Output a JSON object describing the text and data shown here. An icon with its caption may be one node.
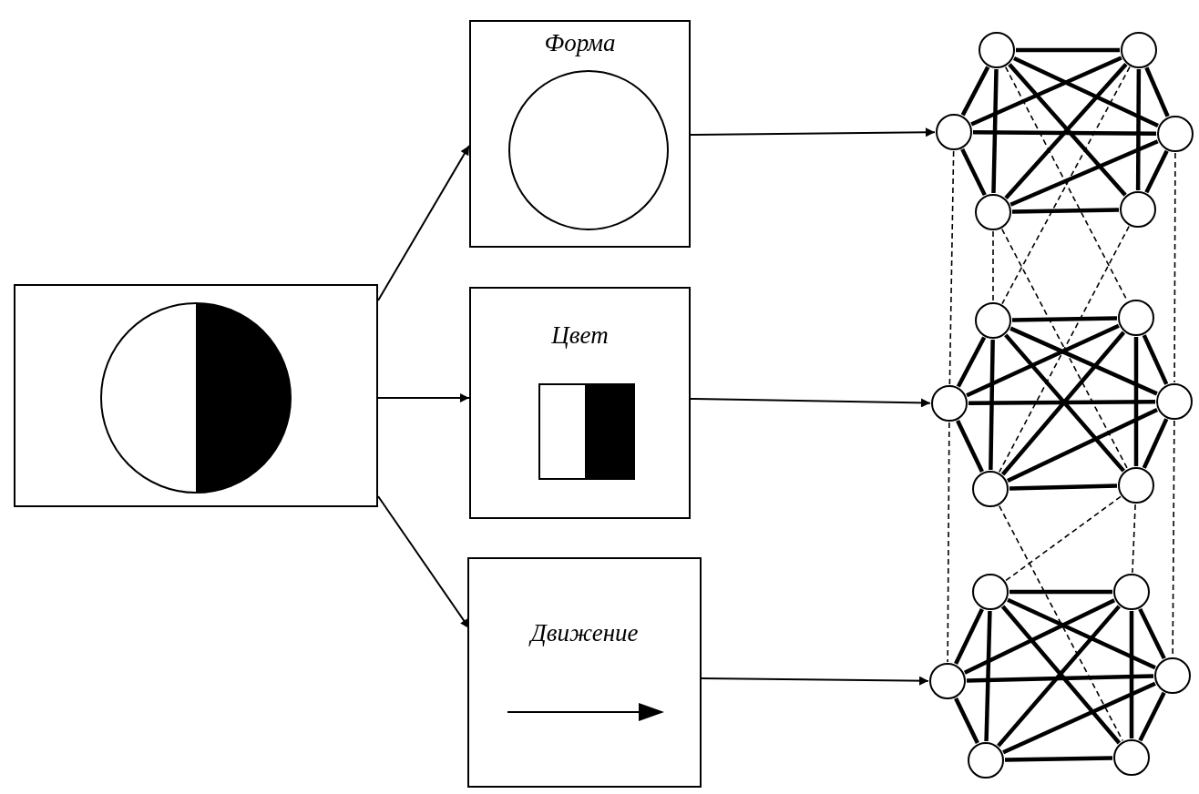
{
  "diagram": {
    "nodes": [
      {
        "text": [],
        "shape": "box"
      },
      {
        "text": [
          "Форма"
        ]
      },
      {
        "text": [
          "Цвет"
        ]
      },
      {
        "text": [
          "Движение"
        ]
      },
      {
        "text": [],
        "shape": "circle"
      },
      {
        "text": [],
        "shape": "circle"
      },
      {
        "text": [],
        "shape": "circle"
      },
      {
        "text": [],
        "shape": "circle"
      },
      {
        "text": [],
        "shape": "circle"
      },
      {
        "text": [],
        "shape": "circle"
      },
      {
        "text": [],
        "shape": "circle"
      },
      {
        "text": [],
        "shape": "circle"
      },
      {
        "text": [],
        "shape": "circle"
      },
      {
        "text": [],
        "shape": "circle"
      },
      {
        "text": [],
        "shape": "circle"
      },
      {
        "text": [],
        "shape": "circle"
      },
      {
        "text": [],
        "shape": "circle"
      },
      {
        "text": [],
        "shape": "circle"
      },
      {
        "text": [],
        "shape": "circle"
      },
      {
        "text": [],
        "shape": "circle"
      },
      {
        "text": [],
        "shape": "circle"
      },
      {
        "text": [],
        "shape": "circle"
      }
    ],
    "edges": [
      {
        "from": 0,
        "to": 1,
        "arrow": "to"
      },
      {
        "from": 0,
        "to": 2,
        "arrow": "to"
      },
      {
        "from": 0,
        "to": 3,
        "arrow": "to"
      },
      {
        "from": 1,
        "to": 6,
        "arrow": "to"
      },
      {
        "from": 2,
        "to": 12,
        "arrow": "to"
      },
      {
        "from": 3,
        "to": 18,
        "arrow": "to"
      },
      {
        "from": 4,
        "to": 5,
        "arrow": "none"
      },
      {
        "from": 4,
        "to": 6,
        "arrow": "none"
      },
      {
        "from": 4,
        "to": 7,
        "arrow": "none"
      },
      {
        "from": 4,
        "to": 8,
        "arrow": "none"
      },
      {
        "from": 4,
        "to": 9,
        "arrow": "none"
      },
      {
        "from": 5,
        "to": 6,
        "arrow": "none"
      },
      {
        "from": 5,
        "to": 7,
        "arrow": "none"
      },
      {
        "from": 5,
        "to": 8,
        "arrow": "none"
      },
      {
        "from": 5,
        "to": 9,
        "arrow": "none"
      },
      {
        "from": 6,
        "to": 7,
        "arrow": "none"
      },
      {
        "from": 6,
        "to": 8,
        "arrow": "none"
      },
      {
        "from": 7,
        "to": 8,
        "arrow": "none"
      },
      {
        "from": 7,
        "to": 9,
        "arrow": "none"
      },
      {
        "from": 8,
        "to": 9,
        "arrow": "none"
      },
      {
        "from": 10,
        "to": 11,
        "arrow": "none"
      },
      {
        "from": 10,
        "to": 12,
        "arrow": "none"
      },
      {
        "from": 10,
        "to": 13,
        "arrow": "none"
      },
      {
        "from": 10,
        "to": 14,
        "arrow": "none"
      },
      {
        "from": 10,
        "to": 15,
        "arrow": "none"
      },
      {
        "from": 11,
        "to": 12,
        "arrow": "none"
      },
      {
        "from": 11,
        "to": 13,
        "arrow": "none"
      },
      {
        "from": 11,
        "to": 14,
        "arrow": "none"
      },
      {
        "from": 11,
        "to": 15,
        "arrow": "none"
      },
      {
        "from": 12,
        "to": 13,
        "arrow": "none"
      },
      {
        "from": 12,
        "to": 14,
        "arrow": "none"
      },
      {
        "from": 13,
        "to": 14,
        "arrow": "none"
      },
      {
        "from": 13,
        "to": 15,
        "arrow": "none"
      },
      {
        "from": 14,
        "to": 15,
        "arrow": "none"
      },
      {
        "from": 16,
        "to": 17,
        "arrow": "none"
      },
      {
        "from": 16,
        "to": 18,
        "arrow": "none"
      },
      {
        "from": 16,
        "to": 19,
        "arrow": "none"
      },
      {
        "from": 16,
        "to": 20,
        "arrow": "none"
      },
      {
        "from": 16,
        "to": 21,
        "arrow": "none"
      },
      {
        "from": 17,
        "to": 18,
        "arrow": "none"
      },
      {
        "from": 17,
        "to": 19,
        "arrow": "none"
      },
      {
        "from": 17,
        "to": 20,
        "arrow": "none"
      },
      {
        "from": 17,
        "to": 21,
        "arrow": "none"
      },
      {
        "from": 18,
        "to": 19,
        "arrow": "none"
      },
      {
        "from": 18,
        "to": 20,
        "arrow": "none"
      },
      {
        "from": 19,
        "to": 20,
        "arrow": "none"
      },
      {
        "from": 19,
        "to": 21,
        "arrow": "none"
      },
      {
        "from": 20,
        "to": 21,
        "arrow": "none"
      },
      {
        "from": 6,
        "to": 12,
        "arrow": "none",
        "style": "dashed"
      },
      {
        "from": 7,
        "to": 13,
        "arrow": "none",
        "style": "dashed"
      },
      {
        "from": 8,
        "to": 10,
        "arrow": "none",
        "style": "dashed"
      },
      {
        "from": 5,
        "to": 10,
        "arrow": "none",
        "style": "dashed"
      },
      {
        "from": 4,
        "to": 11,
        "arrow": "none",
        "style": "dashed"
      },
      {
        "from": 9,
        "to": 14,
        "arrow": "none",
        "style": "dashed"
      },
      {
        "from": 8,
        "to": 15,
        "arrow": "none",
        "style": "dashed"
      },
      {
        "from": 12,
        "to": 18,
        "arrow": "none",
        "style": "dashed"
      },
      {
        "from": 13,
        "to": 19,
        "arrow": "none",
        "style": "dashed"
      },
      {
        "from": 14,
        "to": 21,
        "arrow": "none",
        "style": "dashed"
      },
      {
        "from": 15,
        "to": 16,
        "arrow": "none",
        "style": "dashed"
      },
      {
        "from": 15,
        "to": 17,
        "arrow": "none",
        "style": "dashed"
      }
    ]
  }
}
